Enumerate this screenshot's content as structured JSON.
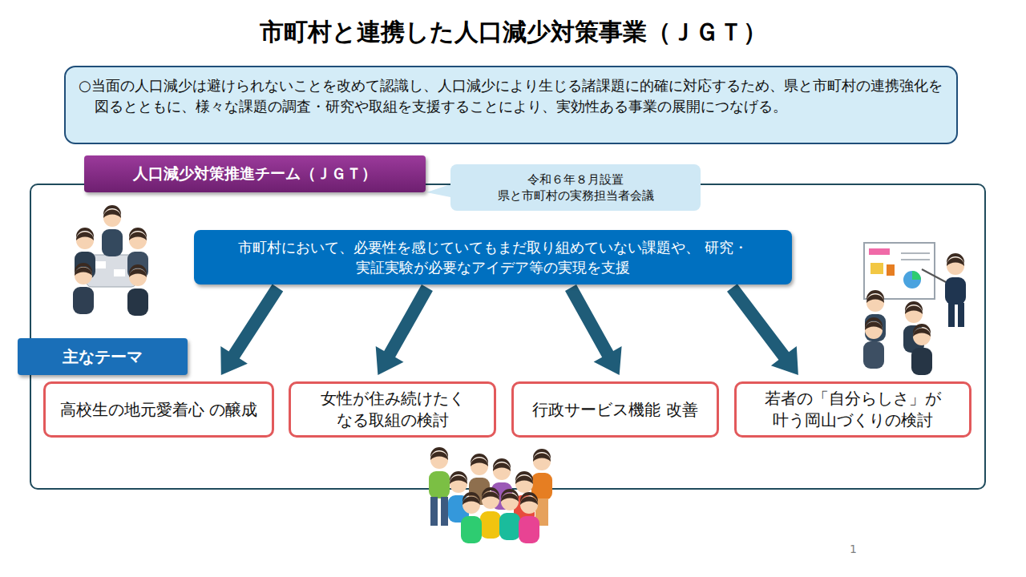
{
  "diagram": {
    "title": "市町村と連携した人口減少対策事業（ＪＧＴ）",
    "nodes": [
      {
        "text": [
          "○当面の人口減少は避けられないことを改めて認識し、人口減少により生じる諸課題に的確に対応するため、県と市町村の連携強化を図るとともに、様々な課題の調査・研究や取組を支援することにより、実効性ある事業の展開につなげる。"
        ]
      },
      {
        "text": [
          "人口減少対策推進チーム（ＪＧＴ）"
        ]
      },
      {
        "text": [
          "令和６年８月設置 県と市町村の実務担当者会議"
        ]
      },
      {
        "text": [
          "市町村において、必要性を感じていてもまだ取り組めていない課題や、 研究・実証実験が必要なアイデア等の実現を支援"
        ],
        "in": 1
      },
      {
        "text": [
          "主なテーマ"
        ],
        "in": 1
      },
      {
        "text": [
          "高校生の地元愛着心 の醸成"
        ],
        "in": 1
      },
      {
        "text": [
          "女性が住み続けたく なる取組の検討"
        ],
        "in": 1
      },
      {
        "text": [
          "行政サービス機能 改善"
        ],
        "in": 1
      },
      {
        "text": [
          "若者の「自分らしさ」が 叶う岡山づくりの検討"
        ],
        "in": 1
      }
    ],
    "edges": [
      {
        "from": 3,
        "to": 5,
        "arrow": "to"
      },
      {
        "from": 3,
        "to": 6,
        "arrow": "to"
      },
      {
        "from": 3,
        "to": 7,
        "arrow": "to"
      },
      {
        "from": 3,
        "to": 8,
        "arrow": "to"
      }
    ],
    "labels": [
      "1"
    ]
  }
}
